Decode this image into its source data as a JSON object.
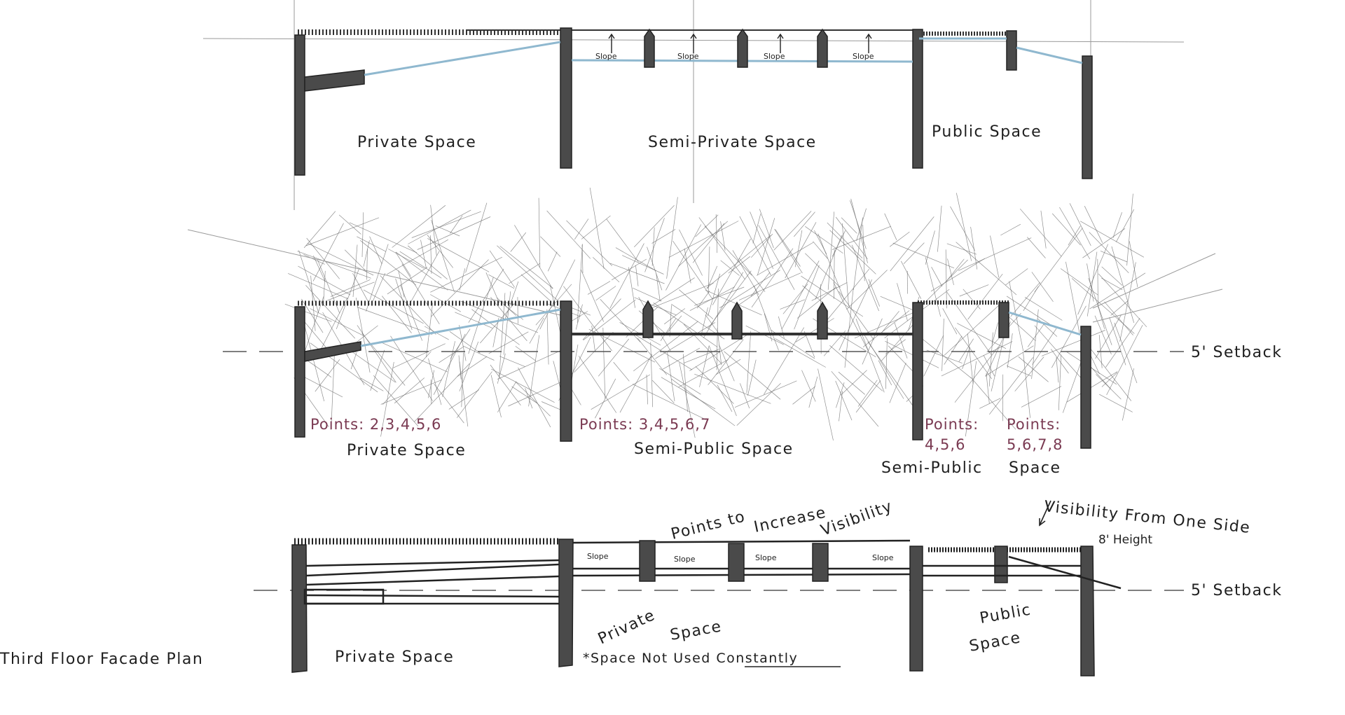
{
  "section_top": {
    "spaces": [
      "Private Space",
      "Semi-Private Space",
      "Public Space"
    ],
    "slope_labels": [
      "Slope",
      "Slope",
      "Slope",
      "Slope"
    ]
  },
  "section_middle": {
    "setback_label": "5' Setback",
    "points": [
      "Points: 2,3,4,5,6",
      "Points: 3,4,5,6,7",
      "Points:",
      "4,5,6",
      "Points:",
      "5,6,7,8"
    ],
    "spaces": [
      "Private Space",
      "Semi-Public Space",
      "Semi-Public",
      "Space"
    ]
  },
  "section_bottom": {
    "plan_title": "Third Floor Facade Plan",
    "setback_label": "5' Setback",
    "visibility_note": "Visibility From One Side",
    "height_note": "8' Height",
    "points_note_1": "Points to",
    "points_note_2": "Increase",
    "visibility_word": "Visibility",
    "slope_labels": [
      "Slope",
      "Slope",
      "Slope",
      "Slope"
    ],
    "private_space_label": "Private Space",
    "private_tag_1": "Private",
    "private_tag_2": "Space",
    "space_note": "*Space Not Used Constantly",
    "public_1": "Public",
    "public_2": "Space",
    "colors": {
      "ink": "#333333",
      "glass": "#8fb8cf",
      "points": "#7a3a52"
    }
  }
}
